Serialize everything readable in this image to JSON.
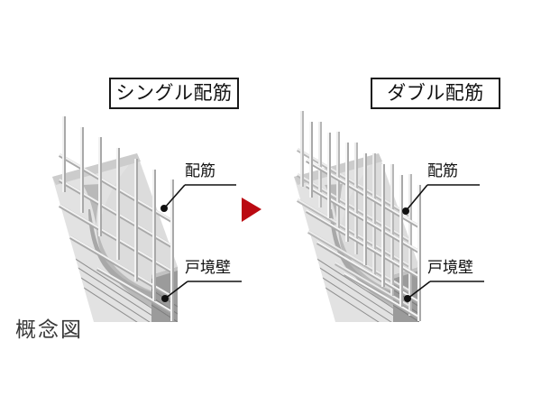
{
  "figure": {
    "caption": "概念図",
    "arrow_color": "#bb0a12",
    "arrow_icon": "right-triangle-arrow-icon",
    "background_color": "#ffffff",
    "border_color": "#1a1a1a",
    "text_color": "#111111",
    "caption_color": "#3a3a3a"
  },
  "panels": [
    {
      "id": "single",
      "title": "シングル配筋",
      "rebar_layers": 1,
      "labels": [
        {
          "name": "rebar",
          "text": "配筋"
        },
        {
          "name": "party-wall",
          "text": "戸境壁"
        }
      ]
    },
    {
      "id": "double",
      "title": "ダブル配筋",
      "rebar_layers": 2,
      "labels": [
        {
          "name": "rebar",
          "text": "配筋"
        },
        {
          "name": "party-wall",
          "text": "戸境壁"
        }
      ]
    }
  ],
  "materials": {
    "wall_front": "#e2e2e2",
    "wall_front_shadow": "#d7d7d7",
    "wall_cutaway": "#b9b9b9",
    "wall_cutaway_dark": "#a8a8a8",
    "wall_endcap": "#9b9b9b",
    "wall_top": "#cccccc",
    "rebar_light": "#f4f4f4",
    "rebar_mid": "#d2d2d2",
    "rebar_dark": "#a9a9a9",
    "hatch_line": "#8f8f8f"
  }
}
